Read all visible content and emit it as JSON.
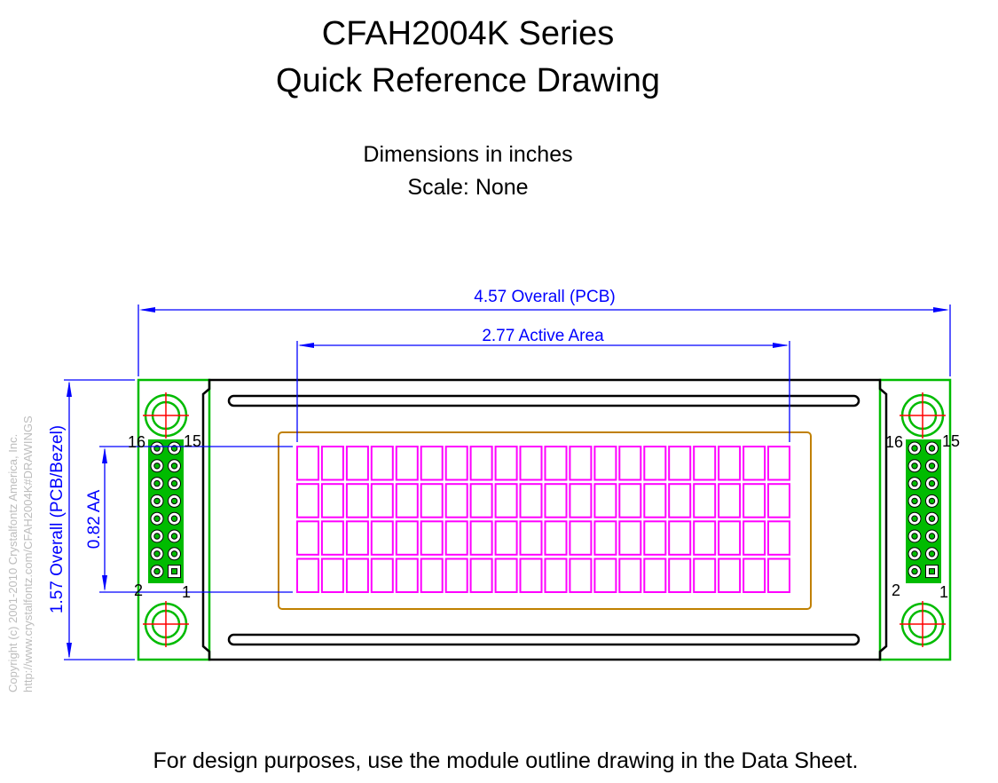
{
  "title_line1": "CFAH2004K Series",
  "title_line2": "Quick Reference Drawing",
  "subtitle_line1": "Dimensions in inches",
  "subtitle_line2": "Scale: None",
  "footer": "For design purposes, use the module outline drawing in the Data Sheet.",
  "copyright_line1": "Copyright (c) 2001-2010 Crystalfontz America, Inc.",
  "copyright_line2": "http://www.crystalfontz.com/CFAH2004K#DRAWINGS",
  "dimensions": {
    "overall_width": "4.57 Overall (PCB)",
    "active_area": "2.77 Active Area",
    "overall_height": "1.57 Overall (PCB/Bezel)",
    "aa_height": "0.82 AA"
  },
  "pin_labels": {
    "left_top_left": "16",
    "left_top_right": "15",
    "left_bottom_left": "2",
    "left_bottom_right": "1",
    "right_top_left": "16",
    "right_top_right": "15",
    "right_bottom_left": "2",
    "right_bottom_right": "1"
  },
  "display": {
    "rows": 4,
    "columns": 20
  },
  "colors": {
    "dimension": "#0000ff",
    "pcb": "#00bb00",
    "crosshair": "#ff0000",
    "character_cell": "#ff00ff",
    "viewing_area": "#c08000",
    "outline": "#000000"
  }
}
